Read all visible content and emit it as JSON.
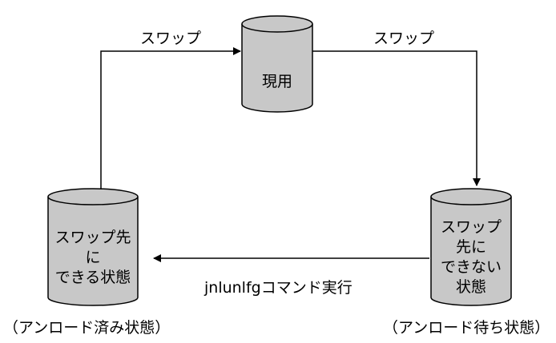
{
  "nodes": {
    "current": {
      "label": "現用"
    },
    "swappable": {
      "lines": [
        "スワップ先",
        "に",
        "できる状態"
      ],
      "caption": "（アンロード済み状態）"
    },
    "not_swappable": {
      "lines": [
        "スワップ",
        "先に",
        "できない",
        "状態"
      ],
      "caption": "（アンロード待ち状態）"
    }
  },
  "edges": {
    "left_to_current": {
      "label": "スワップ"
    },
    "current_to_right": {
      "label": "スワップ"
    },
    "right_to_left": {
      "label": "jnlunlfgコマンド実行"
    }
  },
  "colors": {
    "cylinder_fill": "#c8c8c8",
    "cylinder_top": "#c8c8c8",
    "stroke": "#000000",
    "background": "#ffffff"
  }
}
